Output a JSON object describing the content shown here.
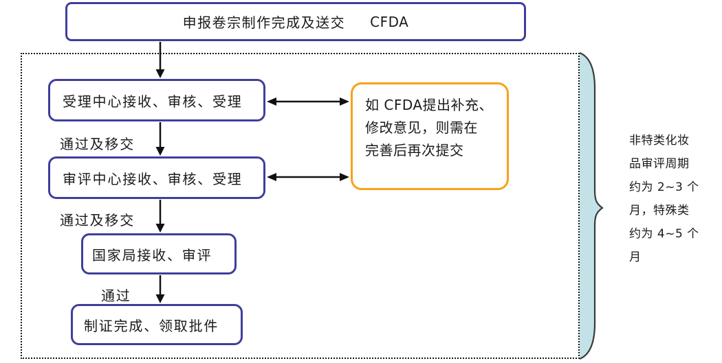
{
  "colors": {
    "box_border": "#3e3e9c",
    "note_border": "#f9a117",
    "brace_fill": "#c3e2e8",
    "brace_stroke": "#3a3a3a",
    "arrow": "#111111",
    "ink": "#1a1a1a"
  },
  "flow": {
    "header": {
      "text": "申报卷宗制作完成及送交",
      "org": "CFDA"
    },
    "steps": [
      {
        "label": "受理中心接收、审核、受理"
      },
      {
        "label": "审评中心接收、审核、受理"
      },
      {
        "label": "国家局接收、审评"
      },
      {
        "label": "制证完成、领取批件"
      }
    ],
    "edge_labels": [
      "通过及移交",
      "通过及移交",
      "通过"
    ]
  },
  "note": {
    "lines": [
      "如 CFDA提出补充、",
      "修改意见，则需在",
      "完善后再次提交"
    ]
  },
  "annotation": {
    "full_text": "非特类化妆品审评周期约为 2~3 个月，特殊类约为 4~5 个月",
    "lines": [
      "非特类化妆",
      "品审评周期",
      "约为 2~3 个",
      "月，特殊类",
      "约为 4~5 个",
      "月"
    ]
  }
}
